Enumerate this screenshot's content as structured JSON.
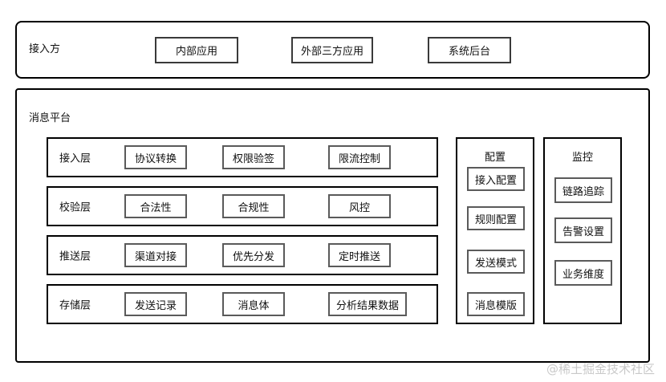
{
  "access_side": {
    "title": "接入方",
    "items": [
      "内部应用",
      "外部三方应用",
      "系统后台"
    ]
  },
  "platform": {
    "title": "消息平台",
    "layers": [
      {
        "title": "接入层",
        "items": [
          "协议转换",
          "权限验签",
          "限流控制"
        ]
      },
      {
        "title": "校验层",
        "items": [
          "合法性",
          "合规性",
          "风控"
        ]
      },
      {
        "title": "推送层",
        "items": [
          "渠道对接",
          "优先分发",
          "定时推送"
        ]
      },
      {
        "title": "存储层",
        "items": [
          "发送记录",
          "消息体",
          "分析结果数据"
        ]
      }
    ],
    "config": {
      "title": "配置",
      "items": [
        "接入配置",
        "规则配置",
        "发送模式",
        "消息模版"
      ]
    },
    "monitor": {
      "title": "监控",
      "items": [
        "链路追踪",
        "告警设置",
        "业务维度"
      ]
    }
  },
  "watermark": "@稀土掘金技术社区"
}
